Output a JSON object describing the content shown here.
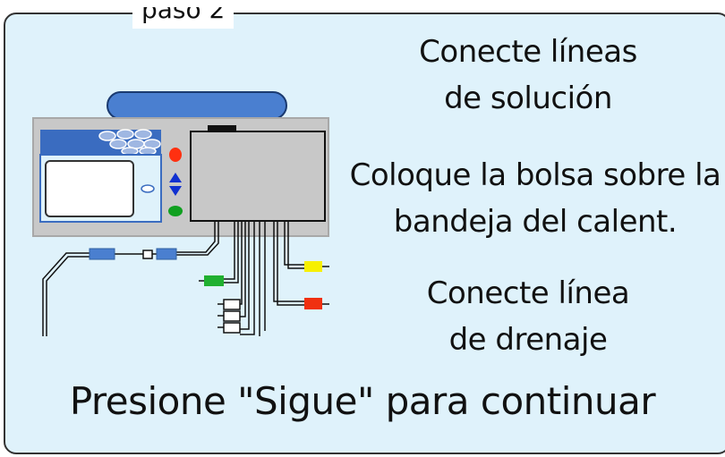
{
  "step": {
    "legend": "paso 2"
  },
  "instructions": [
    {
      "line1": "Conecte líneas",
      "line2": "de solución"
    },
    {
      "line1": "Coloque la bolsa sobre la",
      "line2": "bandeja del calent."
    },
    {
      "line1": "Conecte línea",
      "line2": "de drenaje"
    }
  ],
  "footer": {
    "prompt": "Presione \"Sigue\" para continuar"
  },
  "colors": {
    "panel_bg": "#dff2fb",
    "handle_blue": "#4a7fd0",
    "machine_gray": "#c8c8c8",
    "connector_yellow": "#f7f000",
    "connector_red": "#f03010",
    "connector_green": "#20b030",
    "status_red": "#ff3010",
    "status_green": "#10a020"
  },
  "icons": [
    "cycler-machine-illustration",
    "up-down-arrows-icon",
    "solution-lines",
    "drain-line"
  ]
}
